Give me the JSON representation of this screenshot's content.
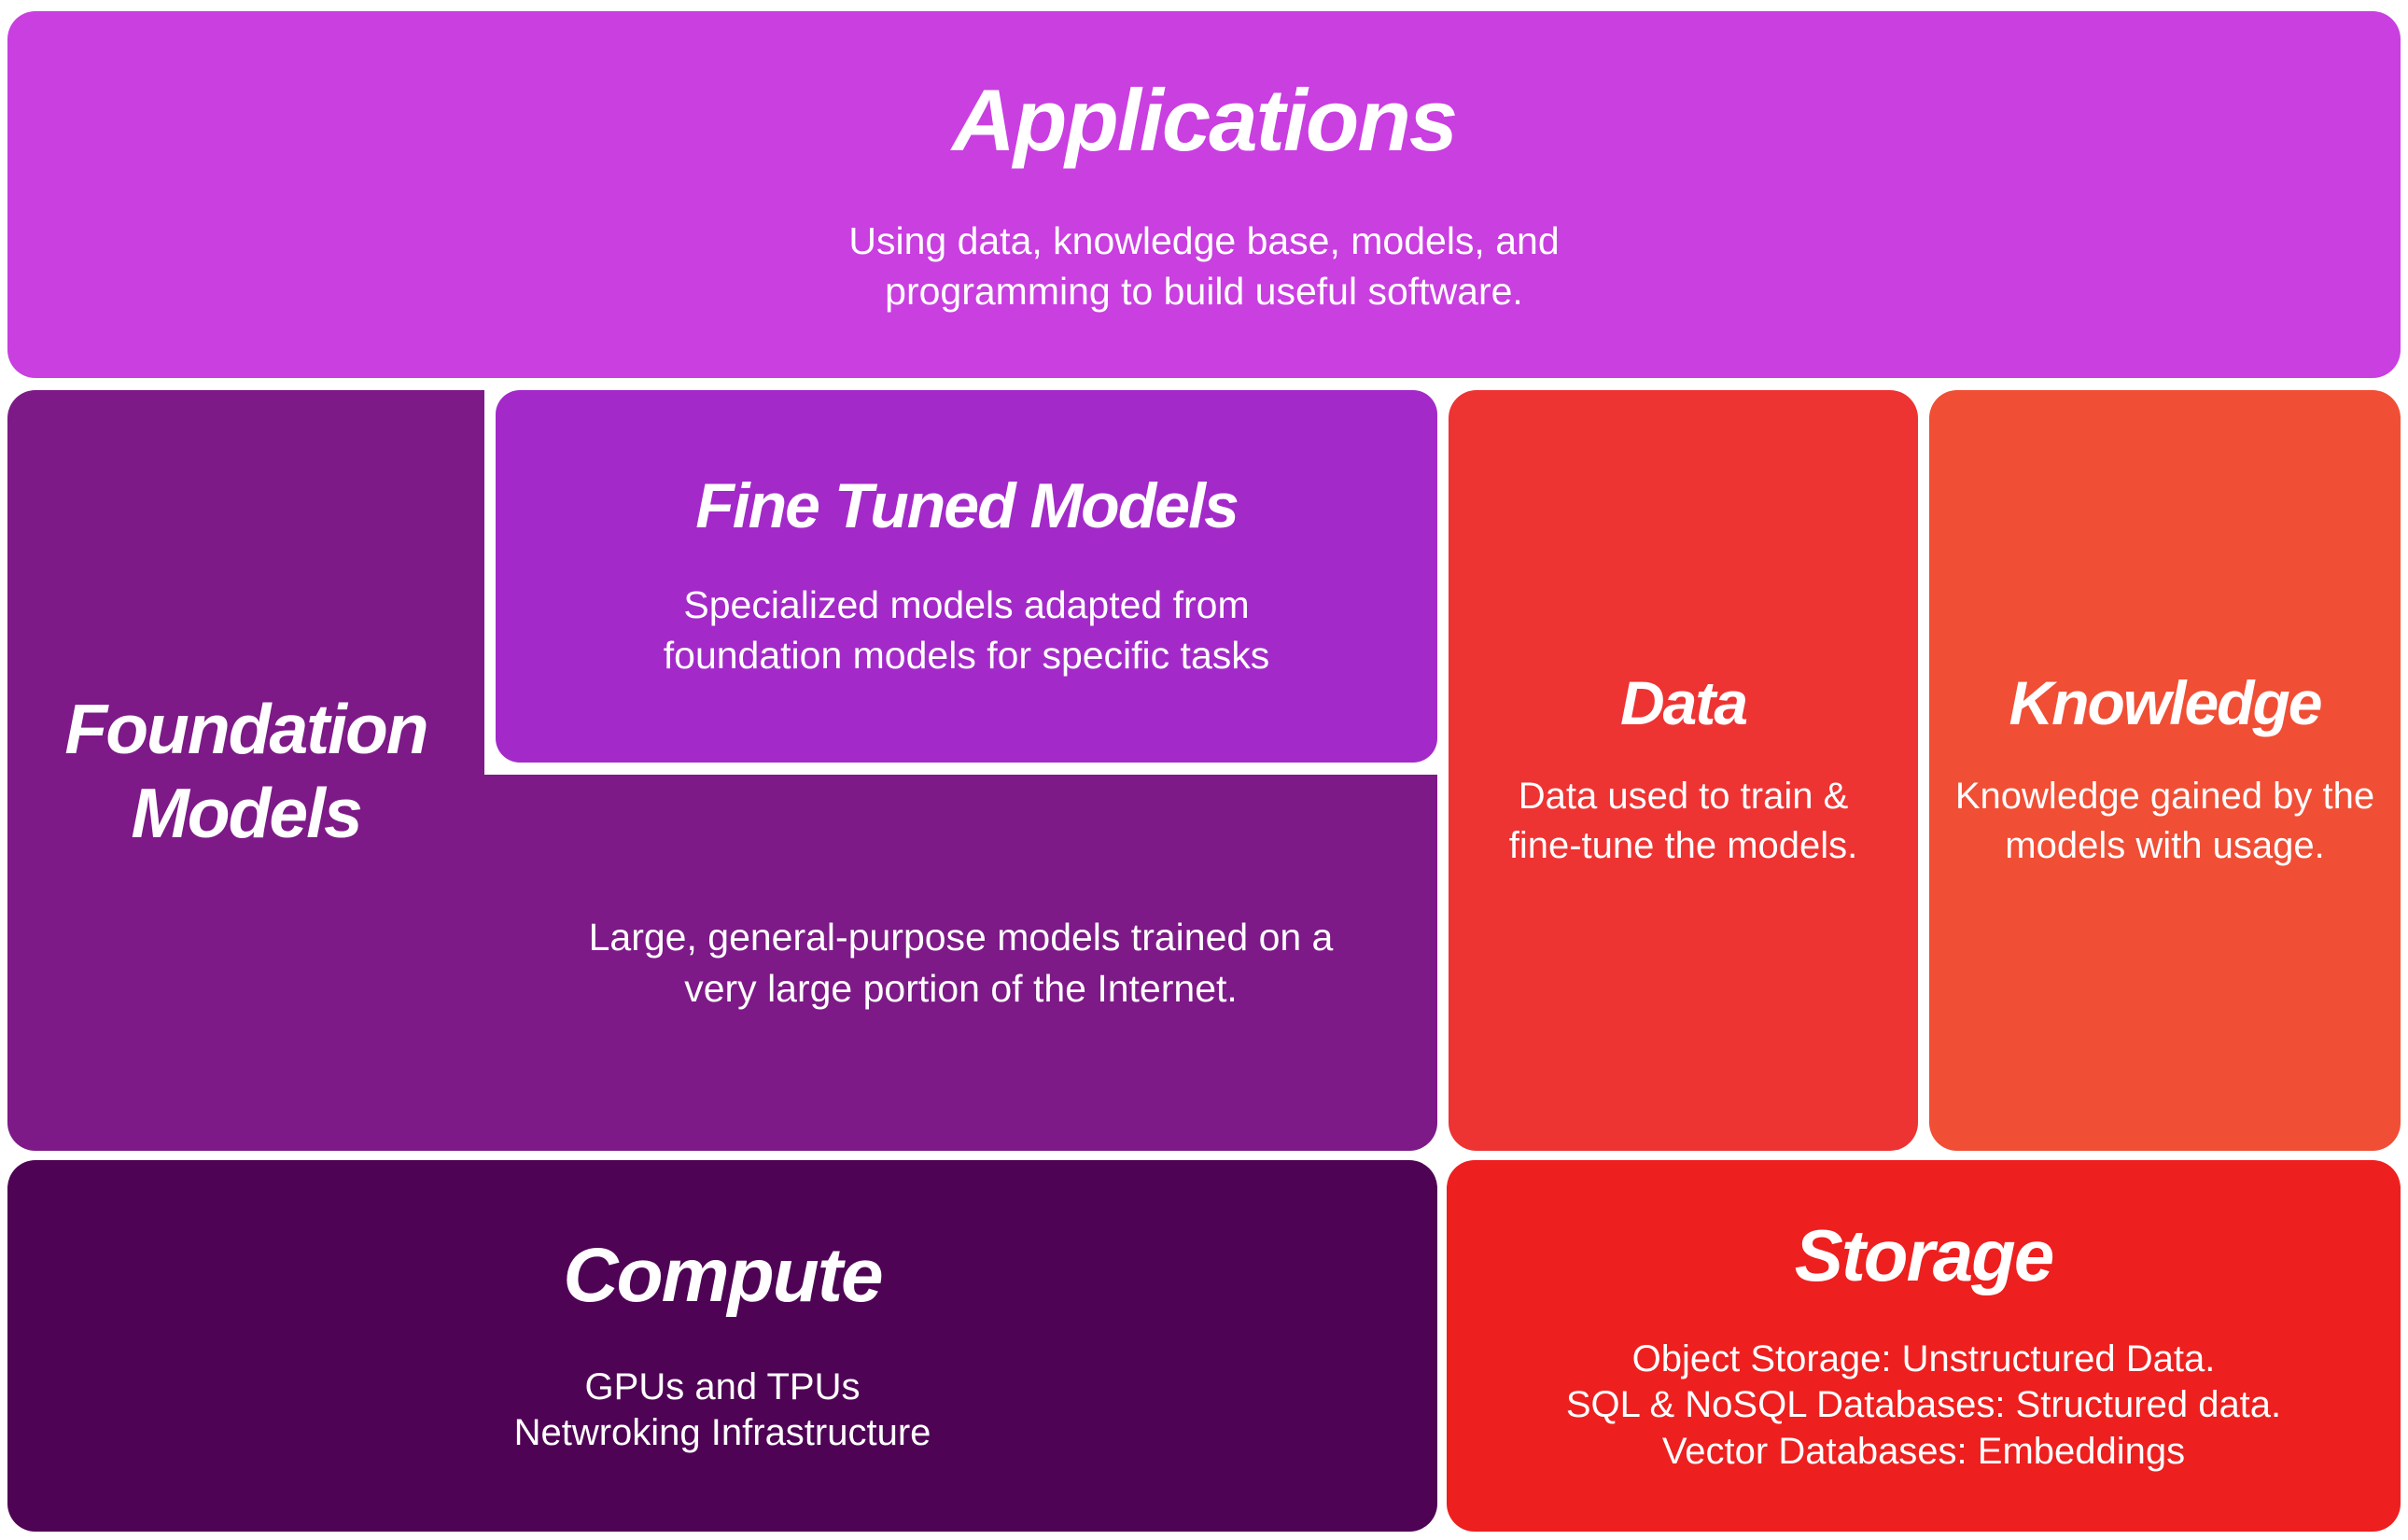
{
  "page": {
    "background": "#ffffff",
    "text_color": "#ffffff"
  },
  "blocks": {
    "applications": {
      "title": "Applications",
      "desc_lines": [
        "Using data, knowledge base, models, and",
        "programming to build useful software."
      ],
      "color": "#c93fe0"
    },
    "foundation": {
      "title": "Foundation\nModels",
      "desc_lines": [
        "Large, general-purpose models trained on a",
        "very large portion of the Internet."
      ],
      "color": "#7d1a87"
    },
    "finetuned": {
      "title": "Fine Tuned Models",
      "desc_lines": [
        "Specialized models adapted from",
        "foundation models for specific tasks"
      ],
      "color": "#a32ac8"
    },
    "data": {
      "title": "Data",
      "desc_lines": [
        "Data used to train &",
        "fine-tune the models."
      ],
      "color": "#ee3333"
    },
    "knowledge": {
      "title": "Knowledge",
      "desc_lines": [
        "Knowledge gained by the",
        "models with usage."
      ],
      "color": "#f04e35"
    },
    "compute": {
      "title": "Compute",
      "desc_lines": [
        "GPUs and TPUs",
        "Netwroking Infrastructure"
      ],
      "color": "#4f0355"
    },
    "storage": {
      "title": "Storage",
      "desc_lines": [
        "Object Storage: Unstructured Data.",
        "SQL & NoSQL Databases: Structured data.",
        "Vector Databases: Embeddings"
      ],
      "color": "#ee1f1f"
    }
  }
}
